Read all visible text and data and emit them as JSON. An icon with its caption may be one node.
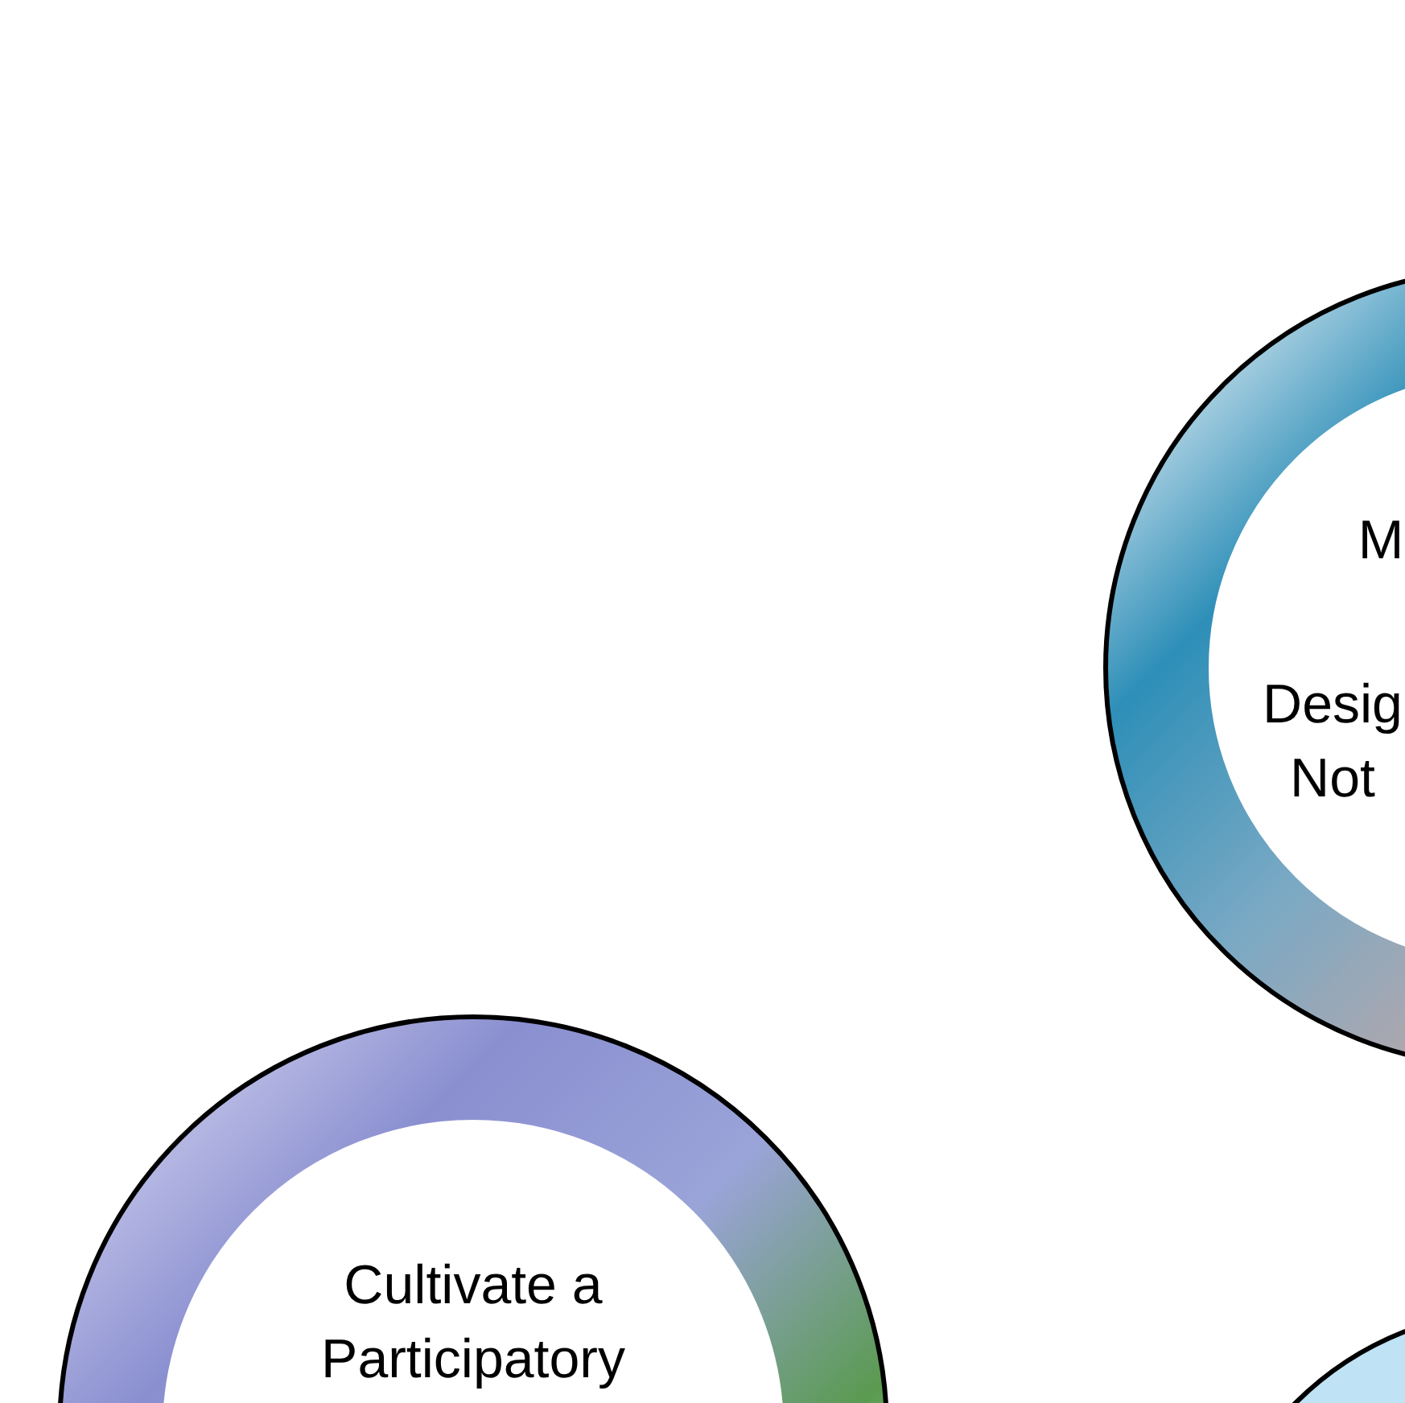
{
  "diagram": {
    "nodes": [
      {
        "text": [
          "M",
          "Desig Not"
        ]
      },
      {
        "text": [
          "Cultivate a Participatory"
        ]
      },
      {
        "text": [],
        "shape": "circle"
      }
    ]
  }
}
